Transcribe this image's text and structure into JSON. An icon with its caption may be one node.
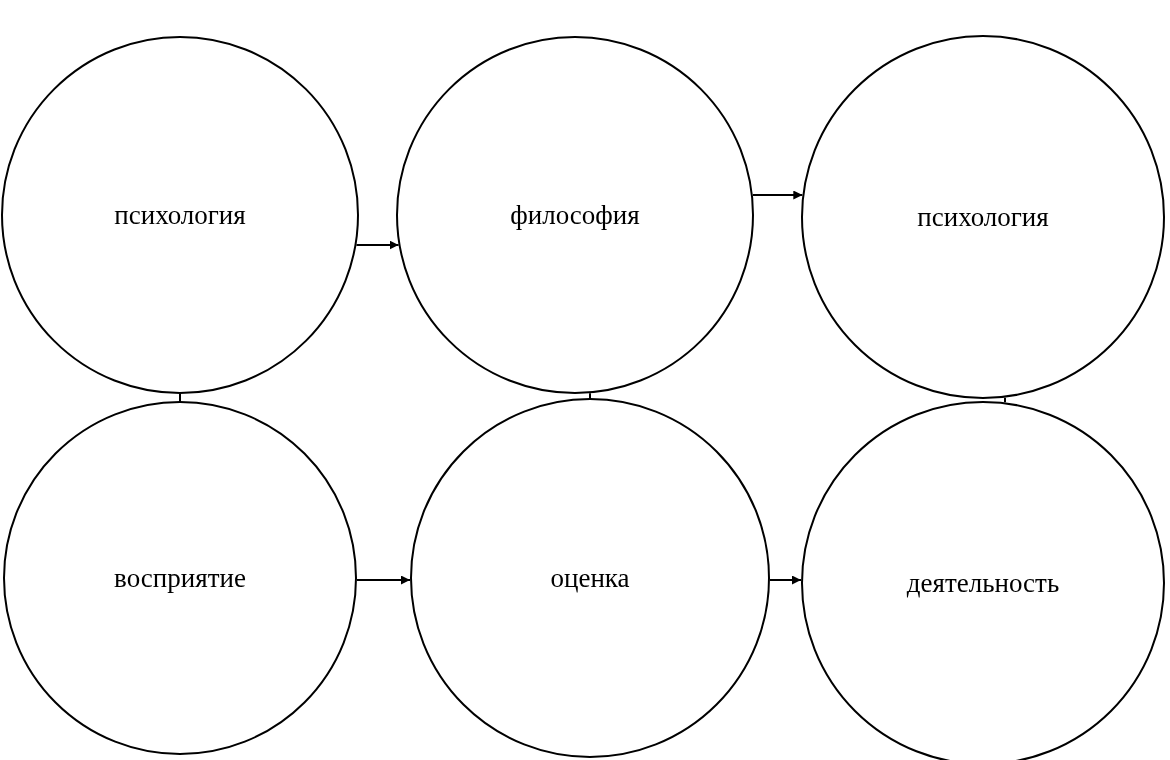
{
  "diagram": {
    "nodes": [
      {
        "text": [
          "психология"
        ]
      },
      {
        "text": [
          "философия"
        ]
      },
      {
        "text": [
          "психология"
        ]
      },
      {
        "text": [
          "восприятие"
        ]
      },
      {
        "text": [
          "оценка"
        ]
      },
      {
        "text": [
          "деятельность"
        ]
      }
    ],
    "edges": [
      {
        "from": 0,
        "to": 1,
        "arrow": "to"
      },
      {
        "from": 1,
        "to": 2,
        "arrow": "to"
      },
      {
        "from": 3,
        "to": 4,
        "arrow": "to"
      },
      {
        "from": 4,
        "to": 5,
        "arrow": "to"
      },
      {
        "from": 0,
        "to": 3,
        "arrow": "none"
      },
      {
        "from": 1,
        "to": 4,
        "arrow": "none"
      },
      {
        "from": 2,
        "to": 5,
        "arrow": "none"
      }
    ]
  }
}
